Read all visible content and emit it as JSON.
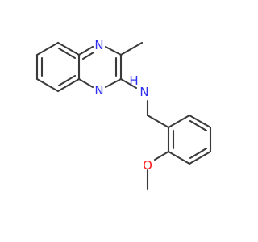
{
  "molecule": {
    "atoms": {
      "n1": "N",
      "n4": "N",
      "nh_n": "N",
      "nh_h": "H",
      "o": "O"
    },
    "colors": {
      "bond": "#3a3a3a",
      "nitrogen": "#2f2ff0",
      "oxygen": "#ff1a1a",
      "background": "#ffffff"
    }
  }
}
